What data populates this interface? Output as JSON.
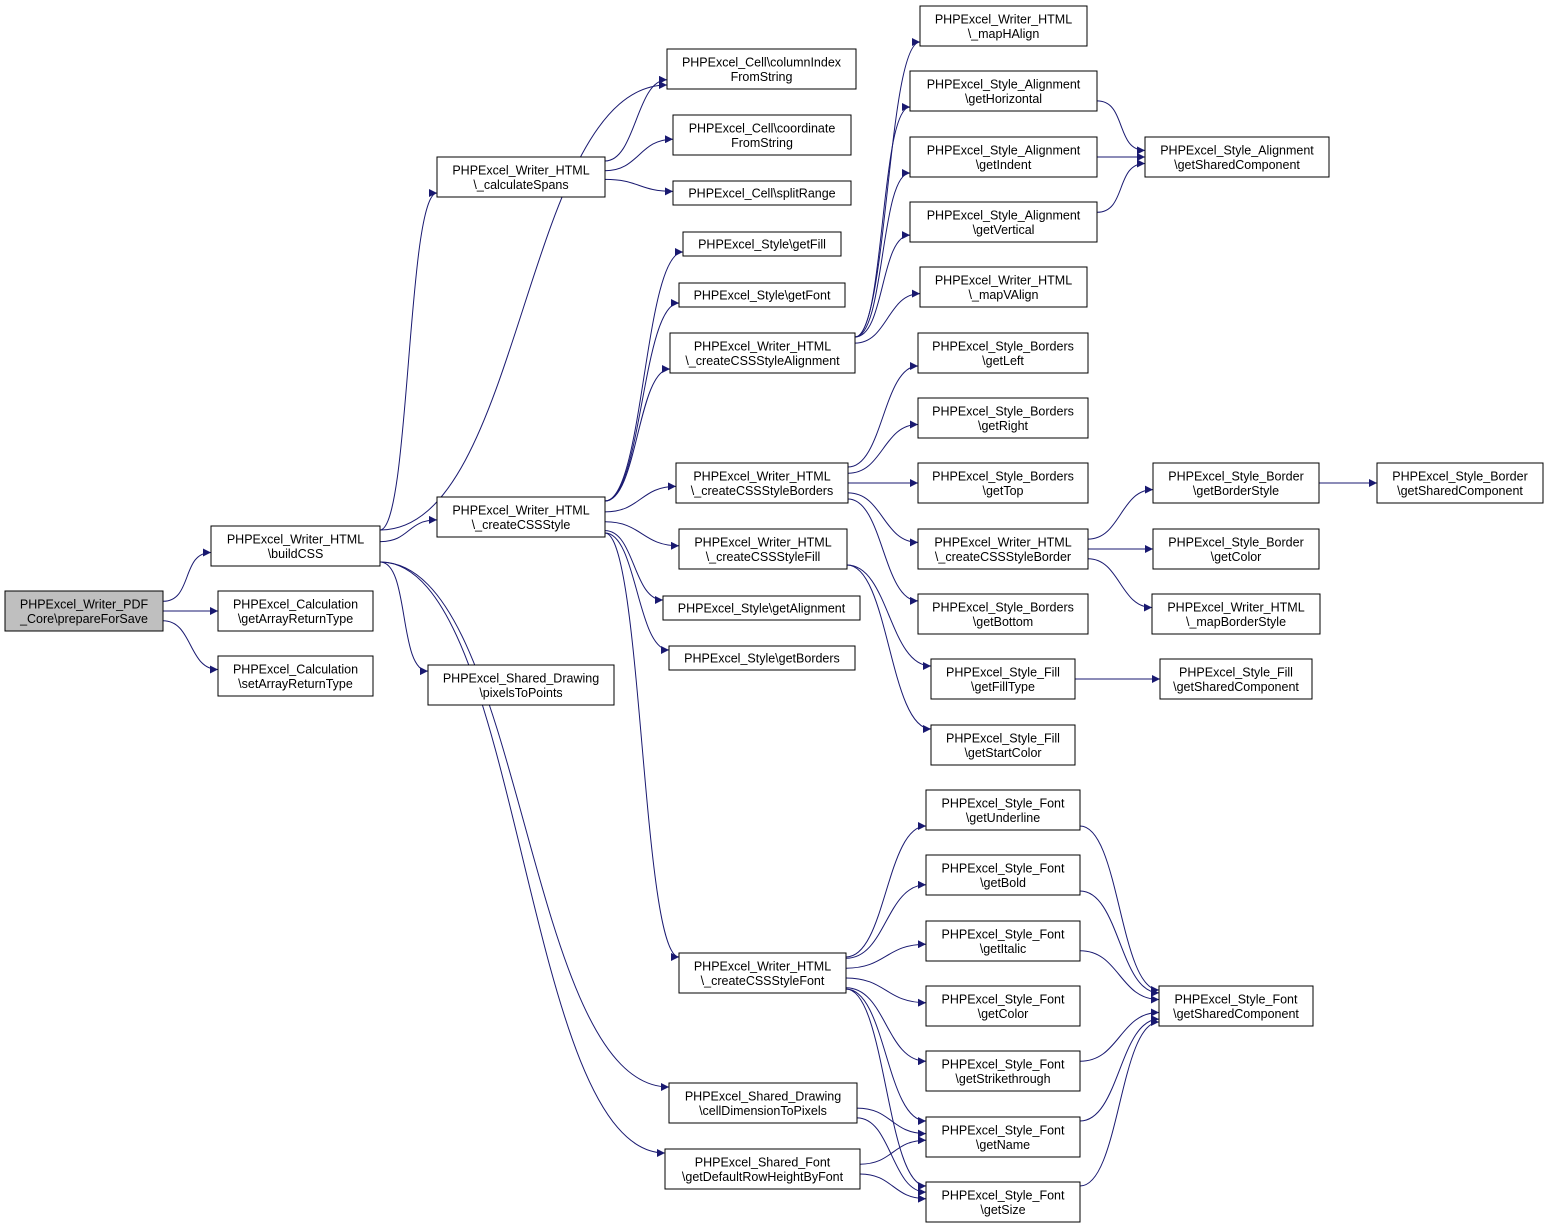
{
  "nodes": [
    {
      "id": "root",
      "lines": [
        "PHPExcel_Writer_PDF",
        "_Core\\prepareForSave"
      ],
      "root": true
    },
    {
      "id": "buildCSS",
      "lines": [
        "PHPExcel_Writer_HTML",
        "\\buildCSS"
      ]
    },
    {
      "id": "getArrayReturnType",
      "lines": [
        "PHPExcel_Calculation",
        "\\getArrayReturnType"
      ]
    },
    {
      "id": "setArrayReturnType",
      "lines": [
        "PHPExcel_Calculation",
        "\\setArrayReturnType"
      ]
    },
    {
      "id": "calculateSpans",
      "lines": [
        "PHPExcel_Writer_HTML",
        "\\_calculateSpans"
      ]
    },
    {
      "id": "createCSSStyle",
      "lines": [
        "PHPExcel_Writer_HTML",
        "\\_createCSSStyle"
      ]
    },
    {
      "id": "pixelsToPoints",
      "lines": [
        "PHPExcel_Shared_Drawing",
        "\\pixelsToPoints"
      ]
    },
    {
      "id": "columnIndexFromString",
      "lines": [
        "PHPExcel_Cell\\columnIndex",
        "FromString"
      ]
    },
    {
      "id": "coordinateFromString",
      "lines": [
        "PHPExcel_Cell\\coordinate",
        "FromString"
      ]
    },
    {
      "id": "splitRange",
      "lines": [
        "PHPExcel_Cell\\splitRange"
      ]
    },
    {
      "id": "getFill",
      "lines": [
        "PHPExcel_Style\\getFill"
      ]
    },
    {
      "id": "getFont",
      "lines": [
        "PHPExcel_Style\\getFont"
      ]
    },
    {
      "id": "createCSSStyleAlignment",
      "lines": [
        "PHPExcel_Writer_HTML",
        "\\_createCSSStyleAlignment"
      ]
    },
    {
      "id": "createCSSStyleBorders",
      "lines": [
        "PHPExcel_Writer_HTML",
        "\\_createCSSStyleBorders"
      ]
    },
    {
      "id": "createCSSStyleFill",
      "lines": [
        "PHPExcel_Writer_HTML",
        "\\_createCSSStyleFill"
      ]
    },
    {
      "id": "getAlignment",
      "lines": [
        "PHPExcel_Style\\getAlignment"
      ]
    },
    {
      "id": "getBorders",
      "lines": [
        "PHPExcel_Style\\getBorders"
      ]
    },
    {
      "id": "createCSSStyleFont",
      "lines": [
        "PHPExcel_Writer_HTML",
        "\\_createCSSStyleFont"
      ]
    },
    {
      "id": "cellDimensionToPixels",
      "lines": [
        "PHPExcel_Shared_Drawing",
        "\\cellDimensionToPixels"
      ]
    },
    {
      "id": "getDefaultRowHeightByFont",
      "lines": [
        "PHPExcel_Shared_Font",
        "\\getDefaultRowHeightByFont"
      ]
    },
    {
      "id": "mapHAlign",
      "lines": [
        "PHPExcel_Writer_HTML",
        "\\_mapHAlign"
      ]
    },
    {
      "id": "alignGetHorizontal",
      "lines": [
        "PHPExcel_Style_Alignment",
        "\\getHorizontal"
      ]
    },
    {
      "id": "alignGetIndent",
      "lines": [
        "PHPExcel_Style_Alignment",
        "\\getIndent"
      ]
    },
    {
      "id": "alignGetVertical",
      "lines": [
        "PHPExcel_Style_Alignment",
        "\\getVertical"
      ]
    },
    {
      "id": "mapVAlign",
      "lines": [
        "PHPExcel_Writer_HTML",
        "\\_mapVAlign"
      ]
    },
    {
      "id": "alignGetShared",
      "lines": [
        "PHPExcel_Style_Alignment",
        "\\getSharedComponent"
      ]
    },
    {
      "id": "bordersGetLeft",
      "lines": [
        "PHPExcel_Style_Borders",
        "\\getLeft"
      ]
    },
    {
      "id": "bordersGetRight",
      "lines": [
        "PHPExcel_Style_Borders",
        "\\getRight"
      ]
    },
    {
      "id": "bordersGetTop",
      "lines": [
        "PHPExcel_Style_Borders",
        "\\getTop"
      ]
    },
    {
      "id": "createCSSStyleBorder",
      "lines": [
        "PHPExcel_Writer_HTML",
        "\\_createCSSStyleBorder"
      ]
    },
    {
      "id": "bordersGetBottom",
      "lines": [
        "PHPExcel_Style_Borders",
        "\\getBottom"
      ]
    },
    {
      "id": "borderGetBorderStyle",
      "lines": [
        "PHPExcel_Style_Border",
        "\\getBorderStyle"
      ]
    },
    {
      "id": "borderGetColor",
      "lines": [
        "PHPExcel_Style_Border",
        "\\getColor"
      ]
    },
    {
      "id": "mapBorderStyle",
      "lines": [
        "PHPExcel_Writer_HTML",
        "\\_mapBorderStyle"
      ]
    },
    {
      "id": "borderGetShared",
      "lines": [
        "PHPExcel_Style_Border",
        "\\getSharedComponent"
      ]
    },
    {
      "id": "fillGetFillType",
      "lines": [
        "PHPExcel_Style_Fill",
        "\\getFillType"
      ]
    },
    {
      "id": "fillGetStartColor",
      "lines": [
        "PHPExcel_Style_Fill",
        "\\getStartColor"
      ]
    },
    {
      "id": "fillGetShared",
      "lines": [
        "PHPExcel_Style_Fill",
        "\\getSharedComponent"
      ]
    },
    {
      "id": "fontGetUnderline",
      "lines": [
        "PHPExcel_Style_Font",
        "\\getUnderline"
      ]
    },
    {
      "id": "fontGetBold",
      "lines": [
        "PHPExcel_Style_Font",
        "\\getBold"
      ]
    },
    {
      "id": "fontGetItalic",
      "lines": [
        "PHPExcel_Style_Font",
        "\\getItalic"
      ]
    },
    {
      "id": "fontGetColor",
      "lines": [
        "PHPExcel_Style_Font",
        "\\getColor"
      ]
    },
    {
      "id": "fontGetStrikethrough",
      "lines": [
        "PHPExcel_Style_Font",
        "\\getStrikethrough"
      ]
    },
    {
      "id": "fontGetName",
      "lines": [
        "PHPExcel_Style_Font",
        "\\getName"
      ]
    },
    {
      "id": "fontGetSize",
      "lines": [
        "PHPExcel_Style_Font",
        "\\getSize"
      ]
    },
    {
      "id": "fontGetShared",
      "lines": [
        "PHPExcel_Style_Font",
        "\\getSharedComponent"
      ]
    }
  ],
  "edges": [
    [
      "root",
      "buildCSS"
    ],
    [
      "root",
      "getArrayReturnType"
    ],
    [
      "root",
      "setArrayReturnType"
    ],
    [
      "buildCSS",
      "columnIndexFromString"
    ],
    [
      "buildCSS",
      "calculateSpans"
    ],
    [
      "buildCSS",
      "createCSSStyle"
    ],
    [
      "buildCSS",
      "pixelsToPoints"
    ],
    [
      "buildCSS",
      "cellDimensionToPixels"
    ],
    [
      "buildCSS",
      "getDefaultRowHeightByFont"
    ],
    [
      "calculateSpans",
      "columnIndexFromString"
    ],
    [
      "calculateSpans",
      "coordinateFromString"
    ],
    [
      "calculateSpans",
      "splitRange"
    ],
    [
      "createCSSStyle",
      "getFill"
    ],
    [
      "createCSSStyle",
      "getFont"
    ],
    [
      "createCSSStyle",
      "createCSSStyleAlignment"
    ],
    [
      "createCSSStyle",
      "createCSSStyleBorders"
    ],
    [
      "createCSSStyle",
      "createCSSStyleFill"
    ],
    [
      "createCSSStyle",
      "getAlignment"
    ],
    [
      "createCSSStyle",
      "getBorders"
    ],
    [
      "createCSSStyle",
      "createCSSStyleFont"
    ],
    [
      "createCSSStyleAlignment",
      "mapHAlign"
    ],
    [
      "createCSSStyleAlignment",
      "alignGetHorizontal"
    ],
    [
      "createCSSStyleAlignment",
      "alignGetIndent"
    ],
    [
      "createCSSStyleAlignment",
      "alignGetVertical"
    ],
    [
      "createCSSStyleAlignment",
      "mapVAlign"
    ],
    [
      "alignGetHorizontal",
      "alignGetShared"
    ],
    [
      "alignGetIndent",
      "alignGetShared"
    ],
    [
      "alignGetVertical",
      "alignGetShared"
    ],
    [
      "createCSSStyleBorders",
      "bordersGetLeft"
    ],
    [
      "createCSSStyleBorders",
      "bordersGetRight"
    ],
    [
      "createCSSStyleBorders",
      "bordersGetTop"
    ],
    [
      "createCSSStyleBorders",
      "createCSSStyleBorder"
    ],
    [
      "createCSSStyleBorders",
      "bordersGetBottom"
    ],
    [
      "createCSSStyleBorder",
      "borderGetBorderStyle"
    ],
    [
      "createCSSStyleBorder",
      "borderGetColor"
    ],
    [
      "createCSSStyleBorder",
      "mapBorderStyle"
    ],
    [
      "borderGetBorderStyle",
      "borderGetShared"
    ],
    [
      "createCSSStyleFill",
      "fillGetFillType"
    ],
    [
      "createCSSStyleFill",
      "fillGetStartColor"
    ],
    [
      "fillGetFillType",
      "fillGetShared"
    ],
    [
      "createCSSStyleFont",
      "fontGetUnderline"
    ],
    [
      "createCSSStyleFont",
      "fontGetBold"
    ],
    [
      "createCSSStyleFont",
      "fontGetItalic"
    ],
    [
      "createCSSStyleFont",
      "fontGetColor"
    ],
    [
      "createCSSStyleFont",
      "fontGetStrikethrough"
    ],
    [
      "createCSSStyleFont",
      "fontGetName"
    ],
    [
      "createCSSStyleFont",
      "fontGetSize"
    ],
    [
      "fontGetUnderline",
      "fontGetShared"
    ],
    [
      "fontGetBold",
      "fontGetShared"
    ],
    [
      "fontGetItalic",
      "fontGetShared"
    ],
    [
      "fontGetStrikethrough",
      "fontGetShared"
    ],
    [
      "fontGetName",
      "fontGetShared"
    ],
    [
      "fontGetSize",
      "fontGetShared"
    ],
    [
      "cellDimensionToPixels",
      "fontGetName"
    ],
    [
      "cellDimensionToPixels",
      "fontGetSize"
    ],
    [
      "getDefaultRowHeightByFont",
      "fontGetName"
    ],
    [
      "getDefaultRowHeightByFont",
      "fontGetSize"
    ]
  ],
  "colors": {
    "edge": "#191970",
    "node_border": "#000000",
    "root_fill": "#bfbfbf",
    "node_fill": "#ffffff"
  }
}
